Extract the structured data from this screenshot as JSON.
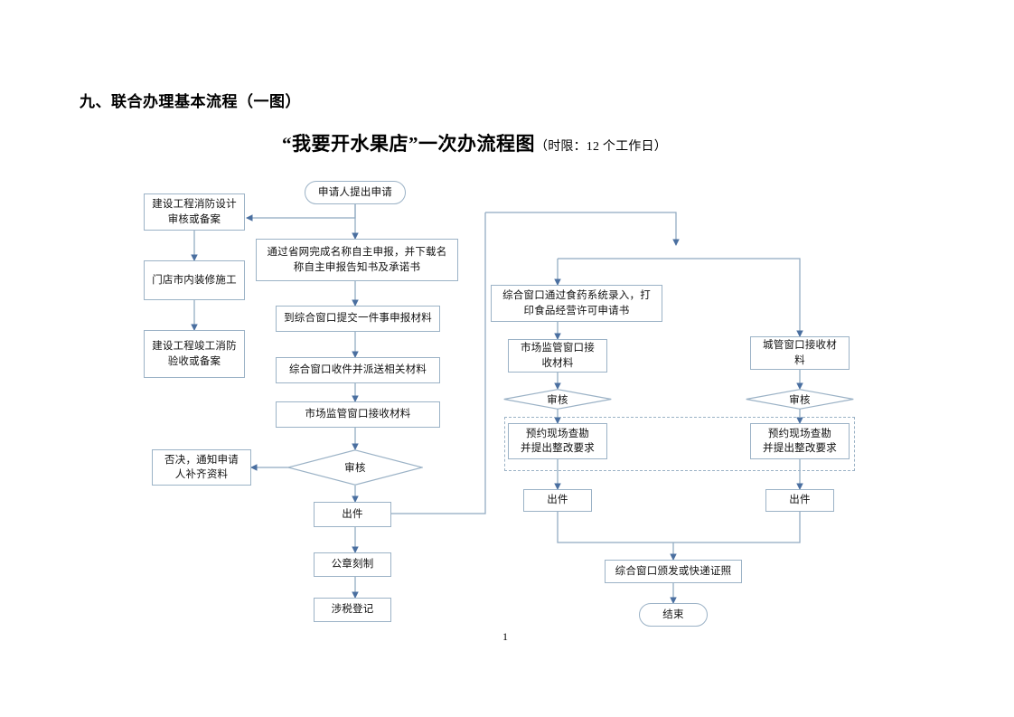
{
  "document": {
    "section_heading": "九、联合办理基本流程（一图）",
    "chart_title": "“我要开水果店”一次办流程图",
    "chart_title_note": "（时限：12 个工作日）",
    "page_number": "1",
    "accent_color": "#9bb2c6",
    "arrow_color": "#4a6fa0"
  },
  "flow": {
    "nodes": {
      "start": "申请人提出申请",
      "fire_design": "建设工程消防设计\n审核或备案",
      "store_decoration": "门店市内装修施工",
      "fire_acceptance": "建设工程竣工消防\n验收或备案",
      "name_declare": "通过省网完成名称自主申报，并下载名\n称自主申报告知书及承诺书",
      "submit_window": "到综合窗口提交一件事申报材料",
      "window_receive_dispatch": "综合窗口收件并派送相关材料",
      "market_window_receive": "市场监管窗口接收材料",
      "review_center": "审核",
      "reject_notice": "否决，通知申请\n人补齐资料",
      "issue_center": "出件",
      "seal_engraving": "公章刻制",
      "tax_registration": "涉税登记",
      "food_drug_entry": "综合窗口通过食药系统录入，打\n印食品经营许可申请书",
      "market_window_receive_right": "市场监管窗口接\n收材料",
      "urban_window_receive": "城管窗口接收材\n料",
      "review_left": "审核",
      "review_right": "审核",
      "site_survey_left": "预约现场查勘\n并提出整改要求",
      "site_survey_right": "预约现场查勘\n并提出整改要求",
      "issue_left": "出件",
      "issue_right": "出件",
      "window_issue_license": "综合窗口颁发或快递证照",
      "end": "结束"
    }
  }
}
